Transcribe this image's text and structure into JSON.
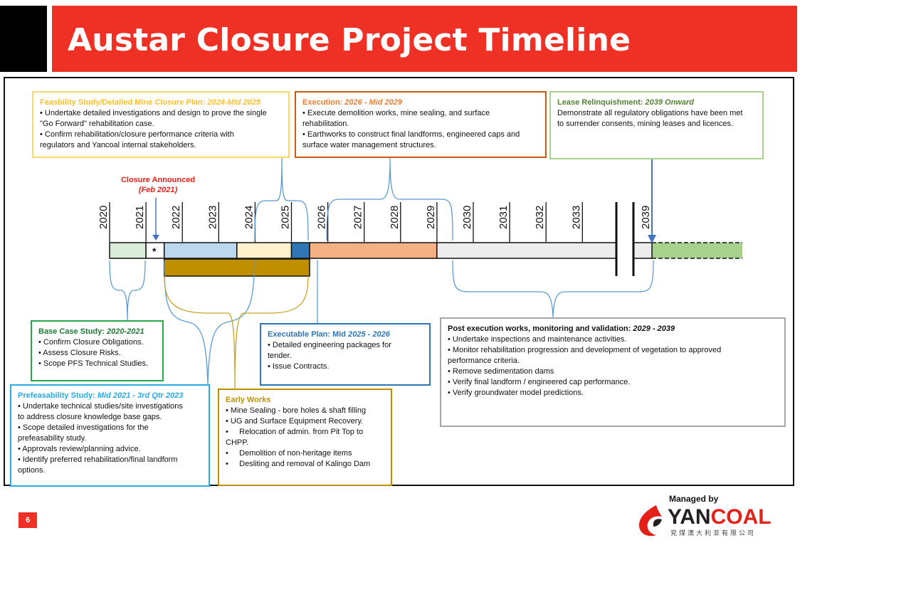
{
  "slide": {
    "title": "Austar Closure Project Timeline",
    "page_number": "6",
    "managed_by": "Managed by",
    "logo_left": "YAN",
    "logo_right": "COAL",
    "logo_chinese": "兖煤澳大利亚有限公司"
  },
  "colors": {
    "brand_red": "#ee3124",
    "feasibility": "#fbbf2b",
    "execution": "#c55a11",
    "lease": "#92c47e",
    "base_case": "#26a84a",
    "prefeasibility": "#29abe2",
    "executable_plan": "#2e75b6",
    "early_works": "#bf8f00",
    "post_execution": "#a6a6a6"
  },
  "annotation": {
    "line1": "Closure Announced",
    "line2": "(Feb 2021)",
    "marker": "*"
  },
  "years": [
    "2020",
    "2021",
    "2022",
    "2023",
    "2024",
    "2025",
    "2026",
    "2027",
    "2028",
    "2029",
    "2030",
    "2031",
    "2032",
    "2033",
    "2039"
  ],
  "timeline_bars": [
    {
      "name": "base-case",
      "start": 2020,
      "end": 2021,
      "color": "#dbeedc"
    },
    {
      "name": "prefeasibility",
      "start": 2021.5,
      "end": 2023.5,
      "color": "#bdd7ee"
    },
    {
      "name": "feasibility",
      "start": 2023.5,
      "end": 2025,
      "color": "#fff2cc"
    },
    {
      "name": "executable-plan",
      "start": 2025,
      "end": 2025.5,
      "color": "#2e75b6"
    },
    {
      "name": "execution",
      "start": 2025.5,
      "end": 2029,
      "color": "#f4b183"
    },
    {
      "name": "post-execution",
      "start": 2029,
      "end": 2034,
      "color": "#ededed"
    },
    {
      "name": "lease",
      "start": 2039,
      "end": 2041,
      "color": "#a9d18e"
    },
    {
      "name": "early-works",
      "start": 2021.5,
      "end": 2025.5,
      "color": "#bf8f00"
    }
  ],
  "boxes": {
    "feasibility": {
      "title": "Feasbility Study/Detailed Mine Closure Plan: ",
      "period": "2024-Mid 2025",
      "lines": [
        "• Undertake detailed investigations and design to prove the single",
        "\"Go Forward\" rehabilitation case.",
        "• Confirm rehabilitation/closure performance criteria with",
        "regulators and Yancoal internal stakeholders."
      ]
    },
    "execution": {
      "title": "Execution: ",
      "period": "2026 - Mid 2029",
      "lines": [
        "• Execute demolition works, mine sealing, and surface",
        "rehabilitation.",
        "• Earthworks to construct final landforms, engineered caps and",
        "surface water management structures."
      ]
    },
    "lease": {
      "title": "Lease Relinquishment: ",
      "period": "2039 Onward",
      "lines": [
        "Demonstrate all regulatory obligations have been met",
        "to surrender consents, mining leases and licences."
      ]
    },
    "base_case": {
      "title": "Base Case Study: ",
      "period": "2020-2021",
      "lines": [
        "• Confirm Closure Obligations.",
        "• Assess Closure Risks.",
        "• Scope PFS Technical Studies."
      ]
    },
    "executable_plan": {
      "title": "Executable Plan: Mid ",
      "period": "2025 - 2026",
      "lines": [
        "• Detailed engineering packages for",
        "tender.",
        "• Issue Contracts."
      ]
    },
    "post_execution": {
      "title": "Post execution works, monitoring and validation: ",
      "period": "2029 - 2039",
      "lines": [
        "• Undertake inspections and maintenance activities.",
        "• Monitor rehabilitation progression and development of vegetation to approved",
        "performance criteria.",
        "• Remove sedimentation dams",
        "• Verify final landform / engineered cap performance.",
        "• Verify groundwater model predictions."
      ]
    },
    "prefeasibility": {
      "title": "Prefeasability Study: ",
      "period": "Mid 2021 - 3rd Qtr 2023",
      "lines": [
        "• Undertake technical studies/site investigations",
        "to address closure knowledge base gaps.",
        "• Scope detailed investigations for the",
        "prefeasability study.",
        "• Approvals review/planning advice.",
        "• Identify preferred rehabilitation/final landform",
        "options."
      ]
    },
    "early_works": {
      "title": "Early Works",
      "period": "",
      "lines": [
        "• Mine Sealing - bore holes & shaft filling",
        "• UG and Surface Equipment Recovery.",
        "•     Relocation of admin. from Pit Top to",
        "CHPP.",
        "•     Demolition of non-heritage items",
        "•     Desliting and removal of Kalingo Dam"
      ]
    }
  }
}
